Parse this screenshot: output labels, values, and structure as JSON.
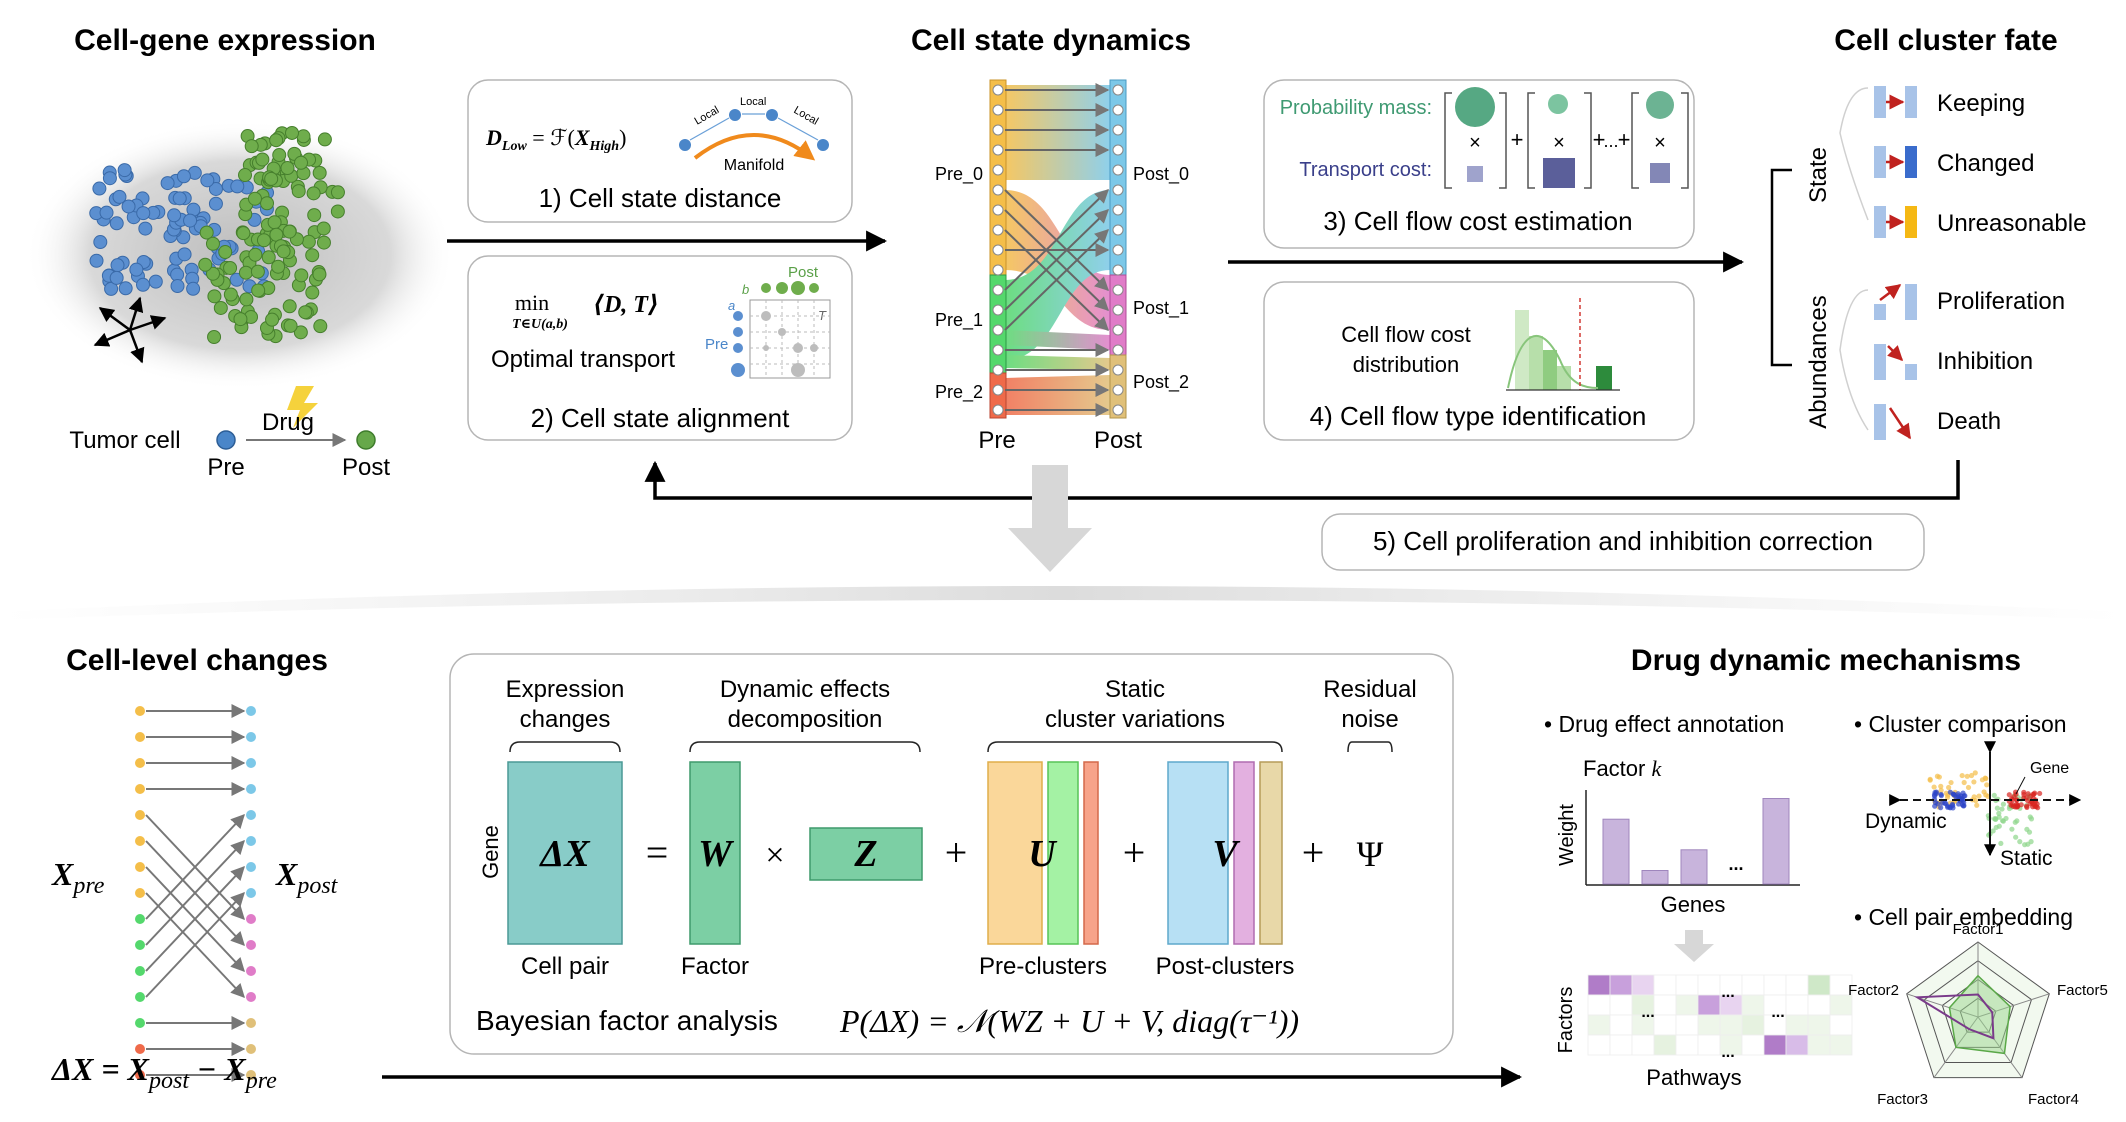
{
  "sections": {
    "cell_gene_expression": {
      "title": "Cell-gene expression",
      "tumor_label": "Tumor cell",
      "drug_label": "Drug",
      "pre_label": "Pre",
      "post_label": "Post"
    },
    "cell_state_dynamics": {
      "title": "Cell state dynamics",
      "step1": {
        "formula_lhs": "D",
        "formula_lhs_sub": "Low",
        "formula_mid": " = ℱ(",
        "formula_x": "X",
        "formula_x_sub": "High",
        "formula_end": ")",
        "local1": "Local",
        "local2": "Local",
        "local3": "Local",
        "manifold": "Manifold",
        "label": "1) Cell state distance"
      },
      "step2": {
        "min": "min",
        "min_sub": "T∈U(a,b)",
        "inner": "⟨D, T⟩",
        "ot_label": "Optimal transport",
        "mini_post": "Post",
        "mini_pre": "Pre",
        "mini_a": "a",
        "mini_b": "b",
        "mini_t": "T",
        "label": "2) Cell state alignment"
      },
      "sankey": {
        "left_labels": [
          "Pre_0",
          "Pre_1",
          "Pre_2"
        ],
        "right_labels": [
          "Post_0",
          "Post_1",
          "Post_2"
        ],
        "bottom_pre": "Pre",
        "bottom_post": "Post",
        "colors": {
          "pre0": "#f4be49",
          "pre1": "#54d86c",
          "pre2": "#ef6a4a",
          "post0": "#7cc8e8",
          "post1": "#e07cc8",
          "post2": "#e0c079"
        }
      },
      "step3": {
        "prob_mass": "Probability mass:",
        "transport_cost": "Transport cost:",
        "times": "×",
        "plus": "+",
        "ellipsis": "...",
        "label": "3) Cell flow cost estimation"
      },
      "step4": {
        "line1": "Cell flow cost",
        "line2": "distribution",
        "label": "4) Cell flow type identification"
      },
      "step5": {
        "label": "5) Cell proliferation and inhibition correction"
      }
    },
    "cell_cluster_fate": {
      "title": "Cell cluster fate",
      "state_label": "State",
      "abundance_label": "Abundances",
      "state_items": [
        "Keeping",
        "Changed",
        "Unreasonable"
      ],
      "abundance_items": [
        "Proliferation",
        "Inhibition",
        "Death"
      ]
    },
    "cell_level_changes": {
      "title": "Cell-level changes",
      "x_pre": "X",
      "x_pre_sub": "pre",
      "x_post": "X",
      "x_post_sub": "post",
      "eq_delta": "ΔX = X",
      "eq_post_sub": "post",
      "eq_minus": " − X",
      "eq_pre_sub": "pre"
    },
    "bayesian": {
      "expr_changes": [
        "Expression",
        "changes"
      ],
      "dyn_effects": [
        "Dynamic effects",
        "decomposition"
      ],
      "static_var": [
        "Static",
        "cluster variations"
      ],
      "residual": [
        "Residual",
        "noise"
      ],
      "gene": "Gene",
      "delta_x": "ΔX",
      "equals": "=",
      "W": "W",
      "times": "×",
      "Z": "Z",
      "plus": "+",
      "U": "U",
      "V": "V",
      "psi": "Ψ",
      "cell_pair": "Cell pair",
      "factor": "Factor",
      "pre_clusters": "Pre-clusters",
      "post_clusters": "Post-clusters",
      "bfa_label": "Bayesian factor analysis",
      "bfa_formula": "P(ΔX) = 𝒩(WZ + U + V, diag(τ⁻¹))"
    },
    "drug_mechanisms": {
      "title": "Drug dynamic mechanisms",
      "annotation": "• Drug effect annotation",
      "factor_k": "Factor",
      "factor_k_var": "k",
      "weight": "Weight",
      "genes": "Genes",
      "bars": [
        0.72,
        0.15,
        0.38,
        0.95
      ],
      "ellipsis": "...",
      "factors": "Factors",
      "pathways": "Pathways",
      "comparison": "• Cluster comparison",
      "gene": "Gene",
      "dynamic": "Dynamic",
      "static": "Static",
      "embedding": "• Cell pair embedding",
      "radar_labels": [
        "Factor1",
        "Factor5",
        "Factor4",
        "Factor3",
        "Factor2"
      ]
    }
  }
}
